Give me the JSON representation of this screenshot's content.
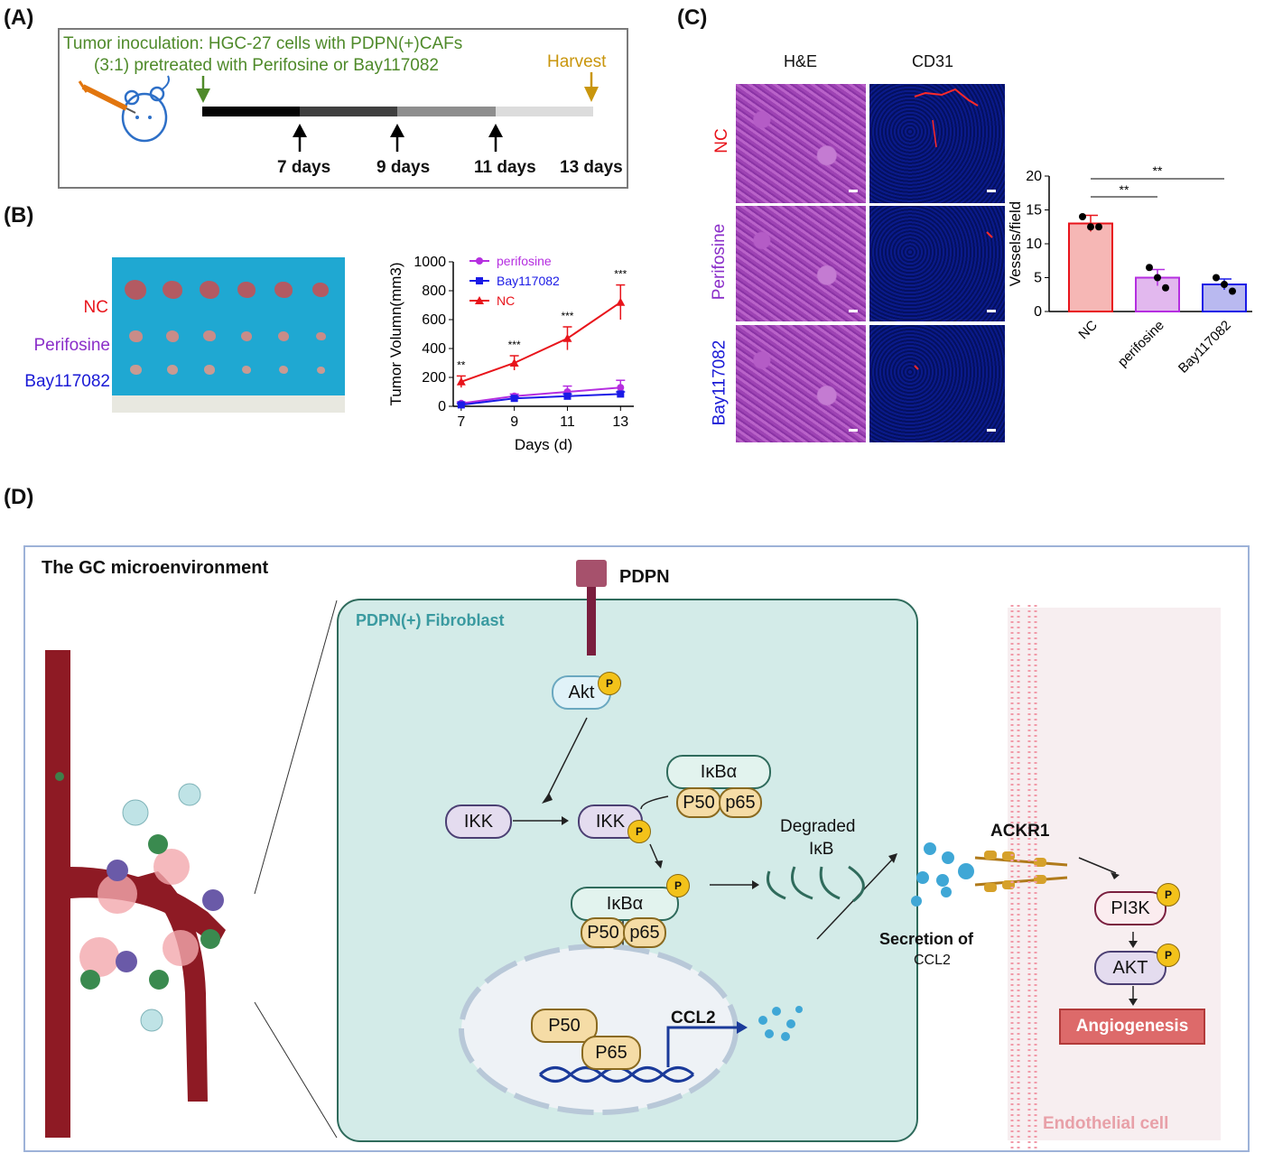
{
  "panels": {
    "a": "(A)",
    "b": "(B)",
    "c": "(C)",
    "d": "(D)"
  },
  "timeline": {
    "inoculation_line1": "Tumor inoculation: HGC-27 cells with PDPN(+)CAFs",
    "inoculation_line2": "(3:1) pretreated with Perifosine or Bay117082",
    "harvest": "Harvest",
    "days": [
      "7 days",
      "9 days",
      "11 days",
      "13 days"
    ]
  },
  "tumor_photo": {
    "rows": [
      "NC",
      "Perifosine",
      "Bay117082"
    ],
    "row_colors": [
      "#e8141b",
      "#8b2fc9",
      "#1a1ad6"
    ]
  },
  "growth_chart": {
    "ylabel": "Tumor Volumn(mm3)",
    "xlabel": "Days (d)",
    "sig": [
      "**",
      "***",
      "***",
      "***"
    ]
  },
  "histology": {
    "col_he": "H&E",
    "col_cd31": "CD31",
    "rows": [
      "NC",
      "Perifosine",
      "Bay117082"
    ]
  },
  "vessel_chart": {
    "ylabel": "Vessels/field",
    "sig_top": "**",
    "sig_mid": "**"
  },
  "chart_data": [
    {
      "type": "line",
      "x": [
        7,
        9,
        11,
        13
      ],
      "xlabel": "Days (d)",
      "ylabel": "Tumor Volumn(mm3)",
      "ylim": [
        0,
        1000
      ],
      "yticks": [
        0,
        200,
        400,
        600,
        800,
        1000
      ],
      "legend_position": "top-left",
      "series": [
        {
          "name": "perifosine",
          "color": "#b52ee0",
          "marker": "circle",
          "values": [
            20,
            70,
            100,
            130
          ],
          "errors": [
            10,
            15,
            40,
            50
          ]
        },
        {
          "name": "Bay117082",
          "color": "#1a1ae6",
          "marker": "square",
          "values": [
            10,
            55,
            70,
            85
          ],
          "errors": [
            8,
            10,
            15,
            15
          ]
        },
        {
          "name": "NC",
          "color": "#e8141b",
          "marker": "triangle",
          "values": [
            170,
            300,
            470,
            720
          ],
          "errors": [
            40,
            50,
            80,
            120
          ]
        }
      ],
      "annotations": [
        "**",
        "***",
        "***",
        "***"
      ]
    },
    {
      "type": "bar",
      "categories": [
        "NC",
        "perifosine",
        "Bay117082"
      ],
      "values": [
        13,
        5,
        4
      ],
      "errors": [
        1.2,
        1.2,
        0.8
      ],
      "points": [
        [
          14,
          12.5,
          12.5
        ],
        [
          6.5,
          5,
          3.5
        ],
        [
          5,
          4,
          3
        ]
      ],
      "colors": [
        "#f6b7b5",
        "#e2b8ee",
        "#b9b9f0"
      ],
      "edge_colors": [
        "#e8141b",
        "#b52ee0",
        "#1a1ae6"
      ],
      "ylabel": "Vessels/field",
      "ylim": [
        0,
        20
      ],
      "yticks": [
        0,
        5,
        10,
        15,
        20
      ],
      "annotations": [
        "**",
        "**"
      ]
    }
  ],
  "schematic": {
    "gc_title": "The GC microenvironment",
    "pdpn": "PDPN",
    "fibroblast": "PDPN(+) Fibroblast",
    "akt": "Akt",
    "p": "P",
    "ikk": "IKK",
    "ikba": "IκBα",
    "p50": "P50",
    "p65": "p65",
    "p65_nuc": "P65",
    "degraded1": "Degraded",
    "degraded2": "IκB",
    "ccl2": "CCL2",
    "secretion1": "Secretion of",
    "secretion2": "CCL2",
    "ackr1": "ACKR1",
    "pi3k": "PI3K",
    "akt2": "AKT",
    "angio": "Angiogenesis",
    "endothelial": "Endothelial cell"
  }
}
